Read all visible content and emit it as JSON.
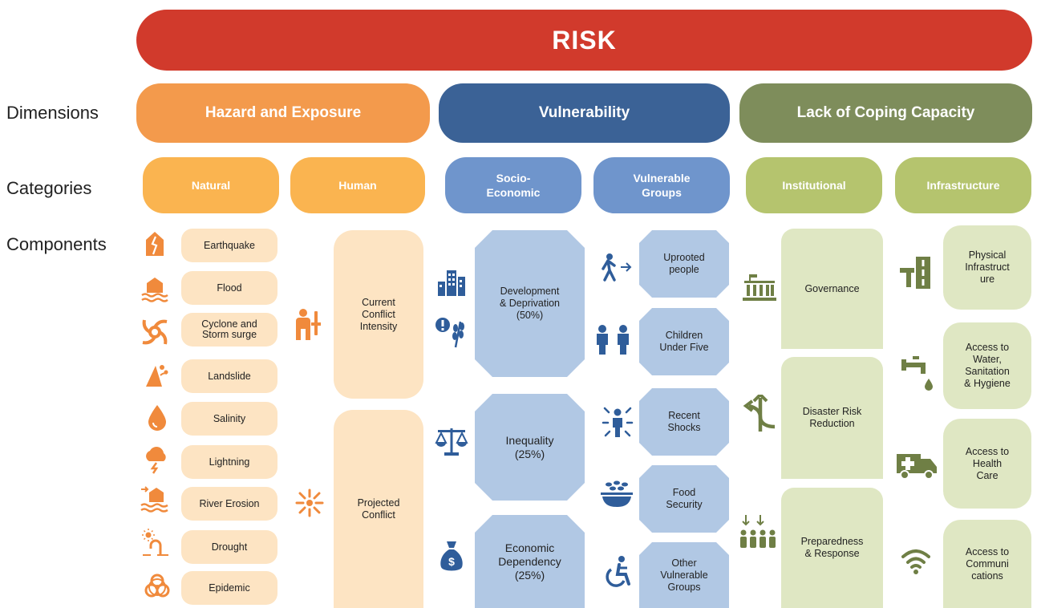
{
  "title": "RISK",
  "row_labels": {
    "dimensions": "Dimensions",
    "categories": "Categories",
    "components": "Components"
  },
  "dimensions": [
    {
      "label": "Hazard and Exposure",
      "color": "#f39a4c"
    },
    {
      "label": "Vulnerability",
      "color": "#3b6296"
    },
    {
      "label": "Lack of Coping Capacity",
      "color": "#7e8d5b"
    }
  ],
  "categories": [
    {
      "label": "Natural",
      "color": "#fab450"
    },
    {
      "label": "Human",
      "color": "#fab450"
    },
    {
      "label": "Socio-\nEconomic",
      "color": "#6f95cc"
    },
    {
      "label": "Vulnerable\nGroups",
      "color": "#6f95cc"
    },
    {
      "label": "Institutional",
      "color": "#b5c46e"
    },
    {
      "label": "Infrastructure",
      "color": "#b5c46e"
    }
  ],
  "natural": [
    {
      "label": "Earthquake",
      "icon": "earthquake-icon"
    },
    {
      "label": "Flood",
      "icon": "flood-icon"
    },
    {
      "label": "Cyclone and\nStorm surge",
      "icon": "cyclone-icon"
    },
    {
      "label": "Landslide",
      "icon": "landslide-icon"
    },
    {
      "label": "Salinity",
      "icon": "salinity-drop-icon"
    },
    {
      "label": "Lightning",
      "icon": "lightning-cloud-icon"
    },
    {
      "label": "River Erosion",
      "icon": "river-erosion-icon"
    },
    {
      "label": "Drought",
      "icon": "drought-icon"
    },
    {
      "label": "Epidemic",
      "icon": "biohazard-icon"
    }
  ],
  "human": [
    {
      "label": "Current\nConflict\nIntensity",
      "icon": "conflict-person-icon"
    },
    {
      "label": "Projected\nConflict",
      "icon": "explosion-icon"
    }
  ],
  "socio_economic": [
    {
      "label": "Development\n& Deprivation\n(50%)",
      "icons": [
        "city-buildings-icon",
        "wheat-alert-icon"
      ]
    },
    {
      "label": "Inequality\n(25%)",
      "icons": [
        "scales-icon"
      ]
    },
    {
      "label": "Economic\nDependency\n(25%)",
      "icons": [
        "money-bag-icon"
      ]
    }
  ],
  "vulnerable_groups": [
    {
      "label": "Uprooted\npeople",
      "icon": "displaced-person-icon"
    },
    {
      "label": "Children\nUnder Five",
      "icon": "children-icon"
    },
    {
      "label": "Recent\nShocks",
      "icon": "shock-person-icon"
    },
    {
      "label": "Food\nSecurity",
      "icon": "food-bowl-icon"
    },
    {
      "label": "Other\nVulnerable\nGroups",
      "icon": "wheelchair-icon"
    }
  ],
  "institutional": [
    {
      "label": "Governance",
      "icon": "government-building-icon"
    },
    {
      "label": "Disaster Risk\nReduction",
      "icon": "branching-arrows-icon"
    },
    {
      "label": "Preparedness\n& Response",
      "icon": "people-group-icon"
    }
  ],
  "infrastructure": [
    {
      "label": "Physical\nInfrastruct\nure",
      "icon": "infrastructure-icon"
    },
    {
      "label": "Access to\nWater,\nSanitation\n& Hygiene",
      "icon": "water-tap-icon"
    },
    {
      "label": "Access to\nHealth\nCare",
      "icon": "ambulance-icon"
    },
    {
      "label": "Access to\nCommuni\ncations",
      "icon": "wifi-icon"
    }
  ],
  "colors": {
    "risk": "#d13a2c",
    "hazard_icon": "#f08a3c",
    "vuln_icon": "#2f5d9a",
    "coping_icon": "#6f7f45"
  }
}
